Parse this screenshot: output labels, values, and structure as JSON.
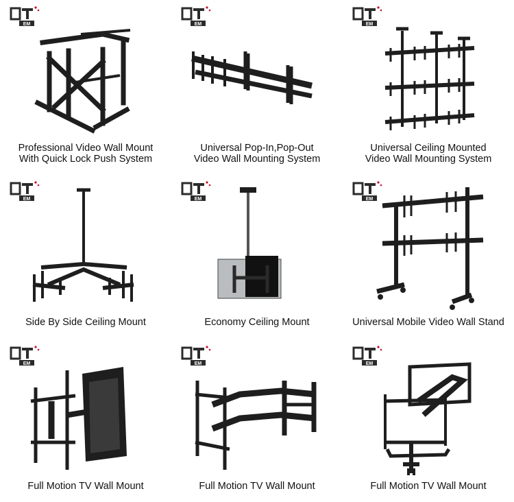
{
  "products": [
    {
      "id": "pro-video-wall",
      "lines": [
        "Professional Video Wall Mount",
        "With Quick Lock Push System"
      ]
    },
    {
      "id": "popin-popout",
      "lines": [
        "Universal Pop-In,Pop-Out",
        "Video Wall Mounting System"
      ]
    },
    {
      "id": "ceiling-mounted-vw",
      "lines": [
        "Universal Ceiling Mounted",
        "Video Wall Mounting System"
      ]
    },
    {
      "id": "side-by-side",
      "lines": [
        "Side By Side Ceiling Mount"
      ]
    },
    {
      "id": "economy-ceiling",
      "lines": [
        "Economy Ceiling Mount"
      ]
    },
    {
      "id": "mobile-vw-stand",
      "lines": [
        "Universal Mobile Video Wall Stand"
      ]
    },
    {
      "id": "full-motion-1",
      "lines": [
        "Full Motion TV Wall Mount"
      ]
    },
    {
      "id": "full-motion-2",
      "lines": [
        "Full Motion TV Wall Mount"
      ]
    },
    {
      "id": "full-motion-3",
      "lines": [
        "Full Motion TV Wall Mount"
      ]
    }
  ],
  "colors": {
    "mount": "#1e1e1e",
    "logo_red": "#c8102e",
    "logo_dark": "#2b2b2b",
    "screen": "#9fa3a6"
  },
  "logo_icon": "brand-logo-icon"
}
